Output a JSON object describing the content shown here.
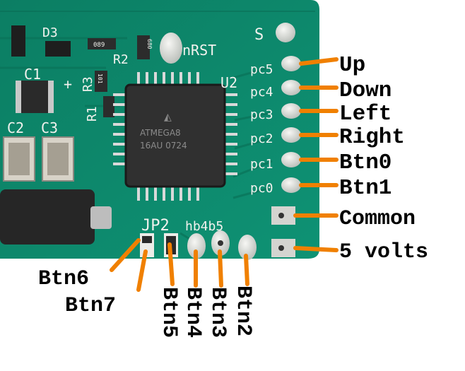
{
  "board": {
    "silkscreen": {
      "d3": "D3",
      "s": "S",
      "rst": "nRST",
      "r2": "R2",
      "r3": "R3",
      "r1": "R1",
      "c1": "C1",
      "c2": "C2",
      "c3": "C3",
      "u2": "U2",
      "jp2": "JP2",
      "pin_top": "hb4b5",
      "pc5": "pc5",
      "pc4": "pc4",
      "pc3": "pc3",
      "pc2": "pc2",
      "pc1": "pc1",
      "pc0": "pc0",
      "r_top": "089",
      "r_right": "680",
      "r_small": "101",
      "plus": "+"
    },
    "chip": {
      "line1": "ATMEGA8",
      "line2": "16AU 0724"
    }
  },
  "labels": {
    "up": "Up",
    "down": "Down",
    "left": "Left",
    "right": "Right",
    "btn0": "Btn0",
    "btn1": "Btn1",
    "common": "Common",
    "volts": "5 volts",
    "btn6": "Btn6",
    "btn7": "Btn7",
    "btn5": "Btn5",
    "btn4": "Btn4",
    "btn3": "Btn3",
    "btn2": "Btn2"
  },
  "colors": {
    "pcb": "#0d8a6c",
    "lead": "#f08000",
    "label": "#000000",
    "silkscreen": "#f2f2ee"
  }
}
